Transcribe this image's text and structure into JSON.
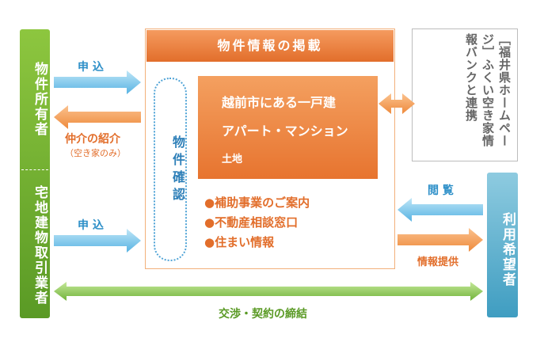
{
  "left_column": {
    "owner_label": "物件所有者",
    "agent_label": "宅地建物取引業者"
  },
  "arrows": {
    "owner_apply": "申 込",
    "referral": "仲介の紹介",
    "referral_note": "（空き家のみ）",
    "agent_apply": "申 込",
    "browse": "閲 覧",
    "info_provide": "情報提供",
    "negotiation": "交渉・契約の締結"
  },
  "main_box": {
    "header": "物件情報の掲載",
    "check_label": "物件確認",
    "property_types": [
      "越前市にある一戸建",
      "アパート・マンション",
      "土地"
    ],
    "services": [
      "●補助事業のご案内",
      "●不動産相談窓口",
      "●住まい情報"
    ]
  },
  "bank_box": {
    "text": "［福井県ホームページ］ふくい空き家情報バンクと連携"
  },
  "user_column": {
    "label": "利用希望者"
  },
  "colors": {
    "green": "#8dc63f",
    "orange": "#e7742f",
    "blue": "#4fa3d6",
    "gray": "#bcbcbc"
  }
}
